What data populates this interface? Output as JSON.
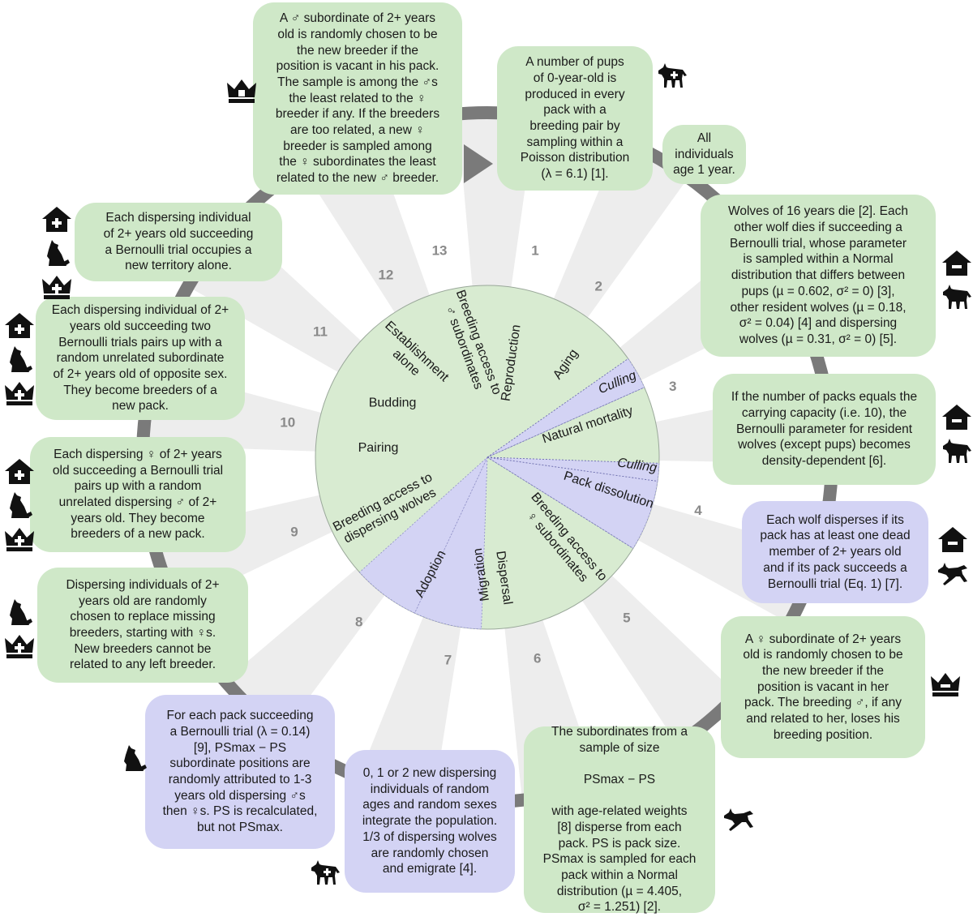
{
  "sectors": [
    {
      "label": "Reproduction",
      "type": "green"
    },
    {
      "label": "Aging",
      "type": "green"
    },
    {
      "label": "Culling",
      "type": "blue"
    },
    {
      "label": "Natural mortality",
      "type": "green"
    },
    {
      "label": "Culling",
      "type": "blue"
    },
    {
      "label": "Pack dissolution",
      "type": "blue"
    },
    {
      "label": "Breeding access to\n♀ subordinates",
      "type": "green"
    },
    {
      "label": "Dispersal",
      "type": "green"
    },
    {
      "label": "Migration",
      "type": "blue"
    },
    {
      "label": "Adoption",
      "type": "blue"
    },
    {
      "label": "Breeding access to\ndispersing wolves",
      "type": "green"
    },
    {
      "label": "Pairing",
      "type": "green"
    },
    {
      "label": "Budding",
      "type": "green"
    },
    {
      "label": "Establishment\nalone",
      "type": "green"
    },
    {
      "label": "Breeding access to\n♂ subordinates",
      "type": "green"
    }
  ],
  "step_numbers": [
    "1",
    "2",
    "3",
    "4",
    "5",
    "6",
    "7",
    "8",
    "9",
    "10",
    "11",
    "12",
    "13"
  ],
  "boxes": [
    {
      "id": "box-male-breeder",
      "color": "green",
      "text": "A ♂ subordinate of 2+ years\nold is randomly chosen to be\nthe new breeder if the\nposition is vacant in his pack.\nThe sample is among the ♂s\nthe least related to the ♀\nbreeder if any. If the breeders\nare too related, a new ♀\nbreeder is sampled among\nthe ♀ subordinates the least\nrelated to the new ♂ breeder."
    },
    {
      "id": "box-reproduction",
      "color": "green",
      "text": "A number of pups\nof 0-year-old is\nproduced in every\npack with a\nbreeding pair by\nsampling within a\nPoisson distribution\n(λ = 6.1) [1]."
    },
    {
      "id": "box-aging",
      "color": "green",
      "text": "All\nindividuals\nage 1 year."
    },
    {
      "id": "box-mortality",
      "color": "green",
      "text": "Wolves of 16 years die [2]. Each\nother wolf dies if succeeding a\nBernoulli trial, whose parameter\nis sampled within a Normal\ndistribution that differs between\npups (µ = 0.602, σ² = 0) [3],\nother resident wolves (µ = 0.18,\nσ² = 0.04) [4] and dispersing\nwolves (µ = 0.31, σ² = 0) [5]."
    },
    {
      "id": "box-density",
      "color": "green",
      "text": "If the number of packs equals the\ncarrying capacity (i.e. 10), the\nBernoulli parameter for resident\nwolves (except pups) becomes\ndensity-dependent [6]."
    },
    {
      "id": "box-dissolution",
      "color": "blue",
      "text": "Each wolf disperses if its\npack has at least one dead\nmember of 2+ years old\nand if its pack succeeds a\nBernoulli trial (Eq. 1) [7]."
    },
    {
      "id": "box-female-breeder",
      "color": "green",
      "text": "A ♀ subordinate of 2+ years\nold is randomly chosen to be\nthe new breeder if the\nposition is vacant in her\npack. The breeding ♂, if any\nand related to her, loses his\nbreeding position."
    },
    {
      "id": "box-dispersal",
      "color": "green",
      "text": "The subordinates from a\nsample of size\n\nPSmax − PS\n\nwith age-related weights\n[8] disperse from each\npack. PS is pack size.\nPSmax is sampled for each\npack within a Normal\ndistribution (µ = 4.405,\nσ² = 1.251) [2]."
    },
    {
      "id": "box-migration",
      "color": "blue",
      "text": "0, 1 or 2 new dispersing\nindividuals of random\nages and random sexes\nintegrate the population.\n1/3 of dispersing wolves\nare randomly chosen\nand emigrate [4]."
    },
    {
      "id": "box-adoption",
      "color": "blue",
      "text": "For each pack succeeding\na Bernoulli trial (λ = 0.14)\n[9], PSmax − PS\nsubordinate positions are\nrandomly attributed to 1-3\nyears old dispersing ♂s\nthen ♀s. PS is recalculated,\nbut not PSmax."
    },
    {
      "id": "box-dispersing-breeders",
      "color": "green",
      "text": "Dispersing individuals of 2+\nyears old are randomly\nchosen to replace missing\nbreeders, starting with ♀s.\nNew breeders cannot be\nrelated to any left breeder."
    },
    {
      "id": "box-pairing",
      "color": "green",
      "text": "Each dispersing ♀ of 2+ years\nold succeeding a Bernoulli trial\npairs up with a random\nunrelated dispersing ♂ of 2+\nyears old. They become\nbreeders of a new pack."
    },
    {
      "id": "box-budding",
      "color": "green",
      "text": "Each dispersing individual of 2+\nyears old succeeding two\nBernoulli trials pairs up with a\nrandom unrelated subordinate\nof 2+ years old of opposite sex.\nThey become breeders of a\nnew pack."
    },
    {
      "id": "box-establishment",
      "color": "green",
      "text": "Each dispersing individual\nof 2+ years old succeeding\na Bernoulli trial occupies a\nnew territory alone."
    }
  ],
  "icons": [
    {
      "id": "crown-icon-top-left",
      "type": "crown"
    },
    {
      "id": "standing-wolf-icon-top-right",
      "type": "wolf-stand-plus"
    },
    {
      "id": "house-minus-icon-mortality",
      "type": "house-minus"
    },
    {
      "id": "standing-wolf-icon-mortality",
      "type": "wolf-stand"
    },
    {
      "id": "house-minus-icon-density",
      "type": "house-minus"
    },
    {
      "id": "standing-wolf-icon-density",
      "type": "wolf-stand"
    },
    {
      "id": "house-minus-icon-dissolution",
      "type": "house-minus"
    },
    {
      "id": "running-wolf-icon-dissolution",
      "type": "wolf-run"
    },
    {
      "id": "crown-minus-icon-female-breeder",
      "type": "crown-minus"
    },
    {
      "id": "running-wolf-icon-dispersal",
      "type": "wolf-run"
    },
    {
      "id": "standing-wolf-plus-icon-migration",
      "type": "wolf-stand-plus"
    },
    {
      "id": "howling-wolf-icon-adoption",
      "type": "wolf-sit"
    },
    {
      "id": "howling-wolf-icon-breeders",
      "type": "wolf-sit"
    },
    {
      "id": "crown-plus-icon-breeders",
      "type": "crown-plus"
    },
    {
      "id": "house-plus-icon-pairing",
      "type": "house-plus"
    },
    {
      "id": "howling-wolf-icon-pairing",
      "type": "wolf-sit"
    },
    {
      "id": "crown-plus-icon-pairing",
      "type": "crown-plus"
    },
    {
      "id": "house-plus-icon-budding",
      "type": "house-plus"
    },
    {
      "id": "howling-wolf-icon-budding",
      "type": "wolf-sit"
    },
    {
      "id": "crown-plus-icon-budding",
      "type": "crown-plus"
    },
    {
      "id": "house-plus-icon-establishment",
      "type": "house-plus"
    },
    {
      "id": "howling-wolf-icon-establishment",
      "type": "wolf-sit"
    },
    {
      "id": "crown-plus-icon-establishment",
      "type": "crown-plus"
    }
  ],
  "colors": {
    "green": "#d8ebd1",
    "green_box": "#cfe8c8",
    "blue": "#d3d3f4",
    "ring": "#7a7a7a",
    "ray": "#ececec",
    "number": "#8a8a8a"
  }
}
